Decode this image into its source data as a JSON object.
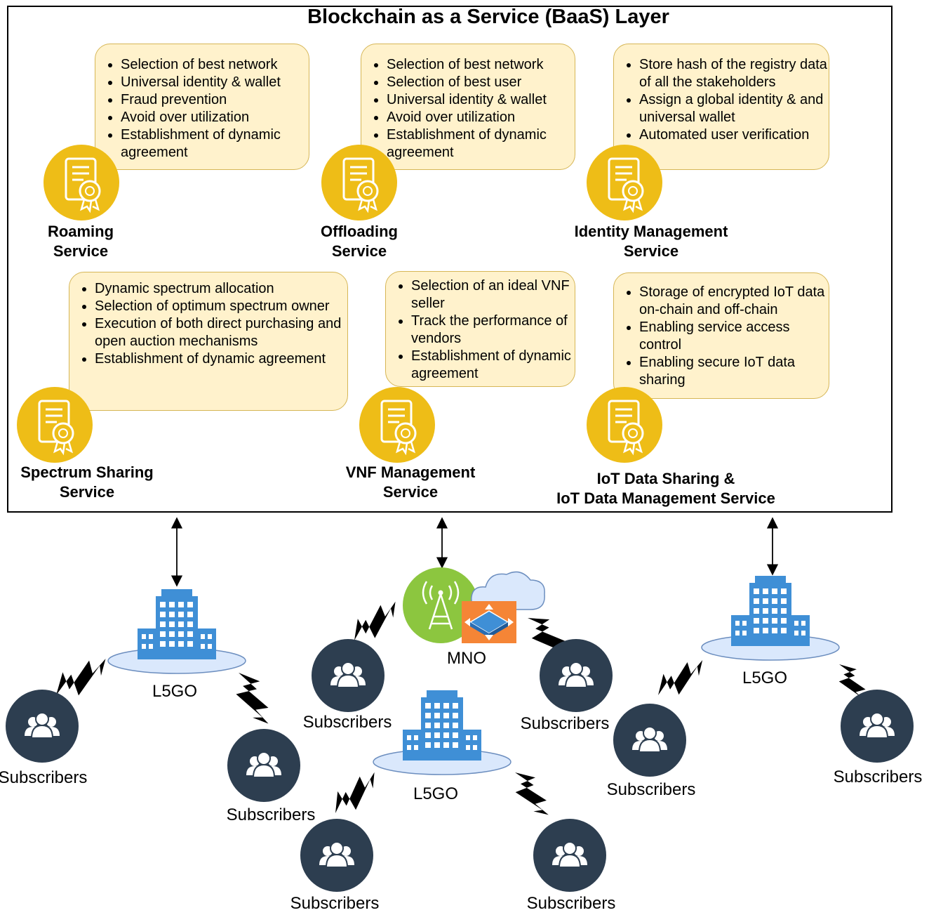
{
  "title": "Blockchain as a Service (BaaS) Layer",
  "services": [
    {
      "id": "roaming",
      "name_line1": "Roaming",
      "name_line2": "Service",
      "items": [
        "Selection of best network",
        "Universal identity & wallet",
        "Fraud prevention",
        "Avoid over utilization",
        "Establishment of dynamic agreement"
      ]
    },
    {
      "id": "offloading",
      "name_line1": "Offloading",
      "name_line2": "Service",
      "items": [
        "Selection of best network",
        "Selection of best user",
        "Universal identity & wallet",
        "Avoid over utilization",
        "Establishment of dynamic agreement"
      ]
    },
    {
      "id": "identity",
      "name_line1": "Identity Management",
      "name_line2": "Service",
      "items": [
        "Store hash of the registry data of all the stakeholders",
        "Assign a global identity & and universal wallet",
        "Automated user verification"
      ]
    },
    {
      "id": "spectrum",
      "name_line1": "Spectrum Sharing",
      "name_line2": "Service",
      "items": [
        "Dynamic spectrum allocation",
        "Selection of optimum spectrum owner",
        "Execution of both direct purchasing and open auction mechanisms",
        "Establishment of dynamic agreement"
      ]
    },
    {
      "id": "vnf",
      "name_line1": "VNF Management",
      "name_line2": "Service",
      "items": [
        "Selection of an ideal VNF seller",
        "Track the performance of vendors",
        "Establishment of dynamic agreement"
      ]
    },
    {
      "id": "iot",
      "name_line1": "IoT Data Sharing &",
      "name_line2": "IoT Data Management Service",
      "items": [
        "Storage of encrypted IoT data on-chain and off-chain",
        "Enabling service access control",
        "Enabling secure IoT data sharing"
      ]
    }
  ],
  "nodes": {
    "l5go_left": "L5GO",
    "l5go_right": "L5GO",
    "l5go_bottom": "L5GO",
    "mno": "MNO",
    "subscribers": "Subscribers"
  },
  "colors": {
    "card_fill": "#fff2cc",
    "card_border": "#d6b656",
    "badge": "#eebd17",
    "building": "#3f8fd6",
    "platform": "#dae8fc",
    "subscriber": "#2d3e50",
    "tower": "#8cc63f",
    "router": "#f58536",
    "cloud": "#dae8fc"
  }
}
